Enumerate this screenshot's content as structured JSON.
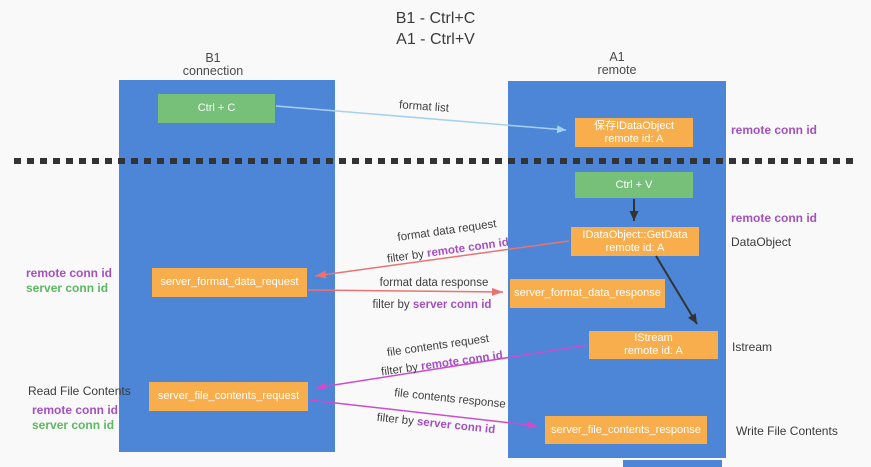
{
  "title": {
    "line1": "B1 - Ctrl+C",
    "line2": "A1 - Ctrl+V"
  },
  "lifelines": {
    "left": {
      "name": "B1",
      "role": "connection"
    },
    "right": {
      "name": "A1",
      "role": "remote"
    }
  },
  "boxes": {
    "ctrl_c": {
      "label": "Ctrl + C"
    },
    "ctrl_v": {
      "label": "Ctrl + V"
    },
    "save_idataobject": {
      "line1": "保存IDataObject",
      "line2": "remote id: A"
    },
    "getdata": {
      "line1": "IDataObject::GetData",
      "line2": "remote id: A"
    },
    "istream": {
      "line1": "IStream",
      "line2": "remote id: A"
    },
    "format_request": {
      "label": "server_format_data_request"
    },
    "format_response": {
      "label": "server_format_data_response"
    },
    "file_request": {
      "label": "server_file_contents_request"
    },
    "file_response": {
      "label": "server_file_contents_response"
    }
  },
  "arrows": {
    "format_list": {
      "label": "format list"
    },
    "format_data_request": {
      "label": "format data request",
      "filter_prefix": "filter by",
      "filter_key": "remote conn id"
    },
    "format_data_response": {
      "label": "format data response",
      "filter_prefix": "filter by",
      "filter_key": "server conn id"
    },
    "file_contents_request": {
      "label": "file contents request",
      "filter_prefix": "filter by",
      "filter_key": "remote conn id"
    },
    "file_contents_response": {
      "label": "file contents response",
      "filter_prefix": "filter by",
      "filter_key": "server conn id"
    }
  },
  "side_labels": {
    "right_top_remote_conn_id": "remote conn id",
    "right_mid_remote_conn_id": "remote conn id",
    "dataobject": "DataObject",
    "istream": "Istream",
    "write_file_contents": "Write File Contents",
    "left_remote_conn_id_1": "remote conn id",
    "left_server_conn_id_1": "server conn id",
    "read_file_contents": "Read File Contents",
    "left_remote_conn_id_2": "remote conn id",
    "left_server_conn_id_2": "server conn id"
  },
  "colors": {
    "lifeline_blue": "#4e86d7",
    "box_green": "#77c07a",
    "box_orange": "#f9ae4d",
    "arrow_red": "#e97373",
    "arrow_magenta": "#cb4dcb",
    "arrow_light_blue": "#a6d1ee",
    "arrow_black": "#333333",
    "label_purple": "#a550c0",
    "label_green": "#5cb961",
    "background": "#f9f9f9"
  }
}
